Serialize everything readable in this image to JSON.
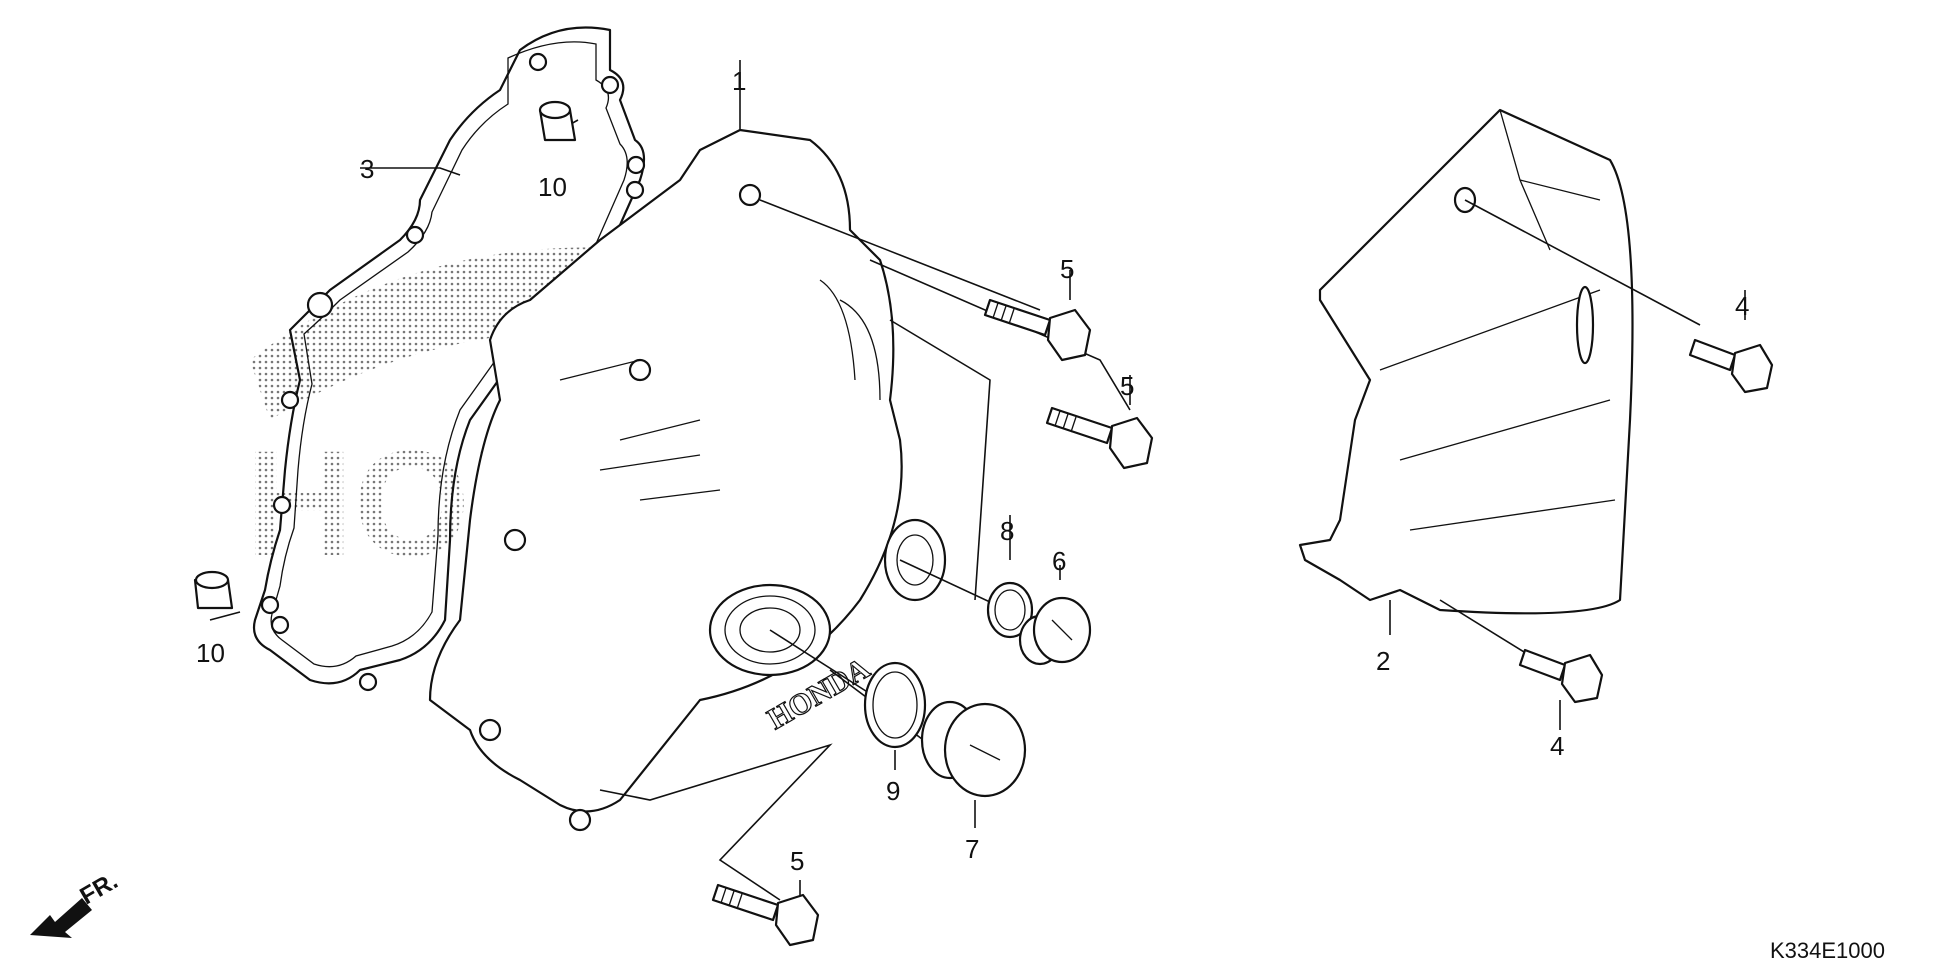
{
  "diagram": {
    "watermark": "HONDA",
    "emboss": "HONDA",
    "drawing_code": "K334E1000",
    "direction_label": "FR.",
    "callouts": [
      {
        "id": "c1",
        "text": "1"
      },
      {
        "id": "c2",
        "text": "2"
      },
      {
        "id": "c3",
        "text": "3"
      },
      {
        "id": "c4a",
        "text": "4"
      },
      {
        "id": "c4b",
        "text": "4"
      },
      {
        "id": "c5a",
        "text": "5"
      },
      {
        "id": "c5b",
        "text": "5"
      },
      {
        "id": "c5c",
        "text": "5"
      },
      {
        "id": "c6",
        "text": "6"
      },
      {
        "id": "c7",
        "text": "7"
      },
      {
        "id": "c8",
        "text": "8"
      },
      {
        "id": "c9",
        "text": "9"
      },
      {
        "id": "c10a",
        "text": "10"
      },
      {
        "id": "c10b",
        "text": "10"
      }
    ]
  }
}
